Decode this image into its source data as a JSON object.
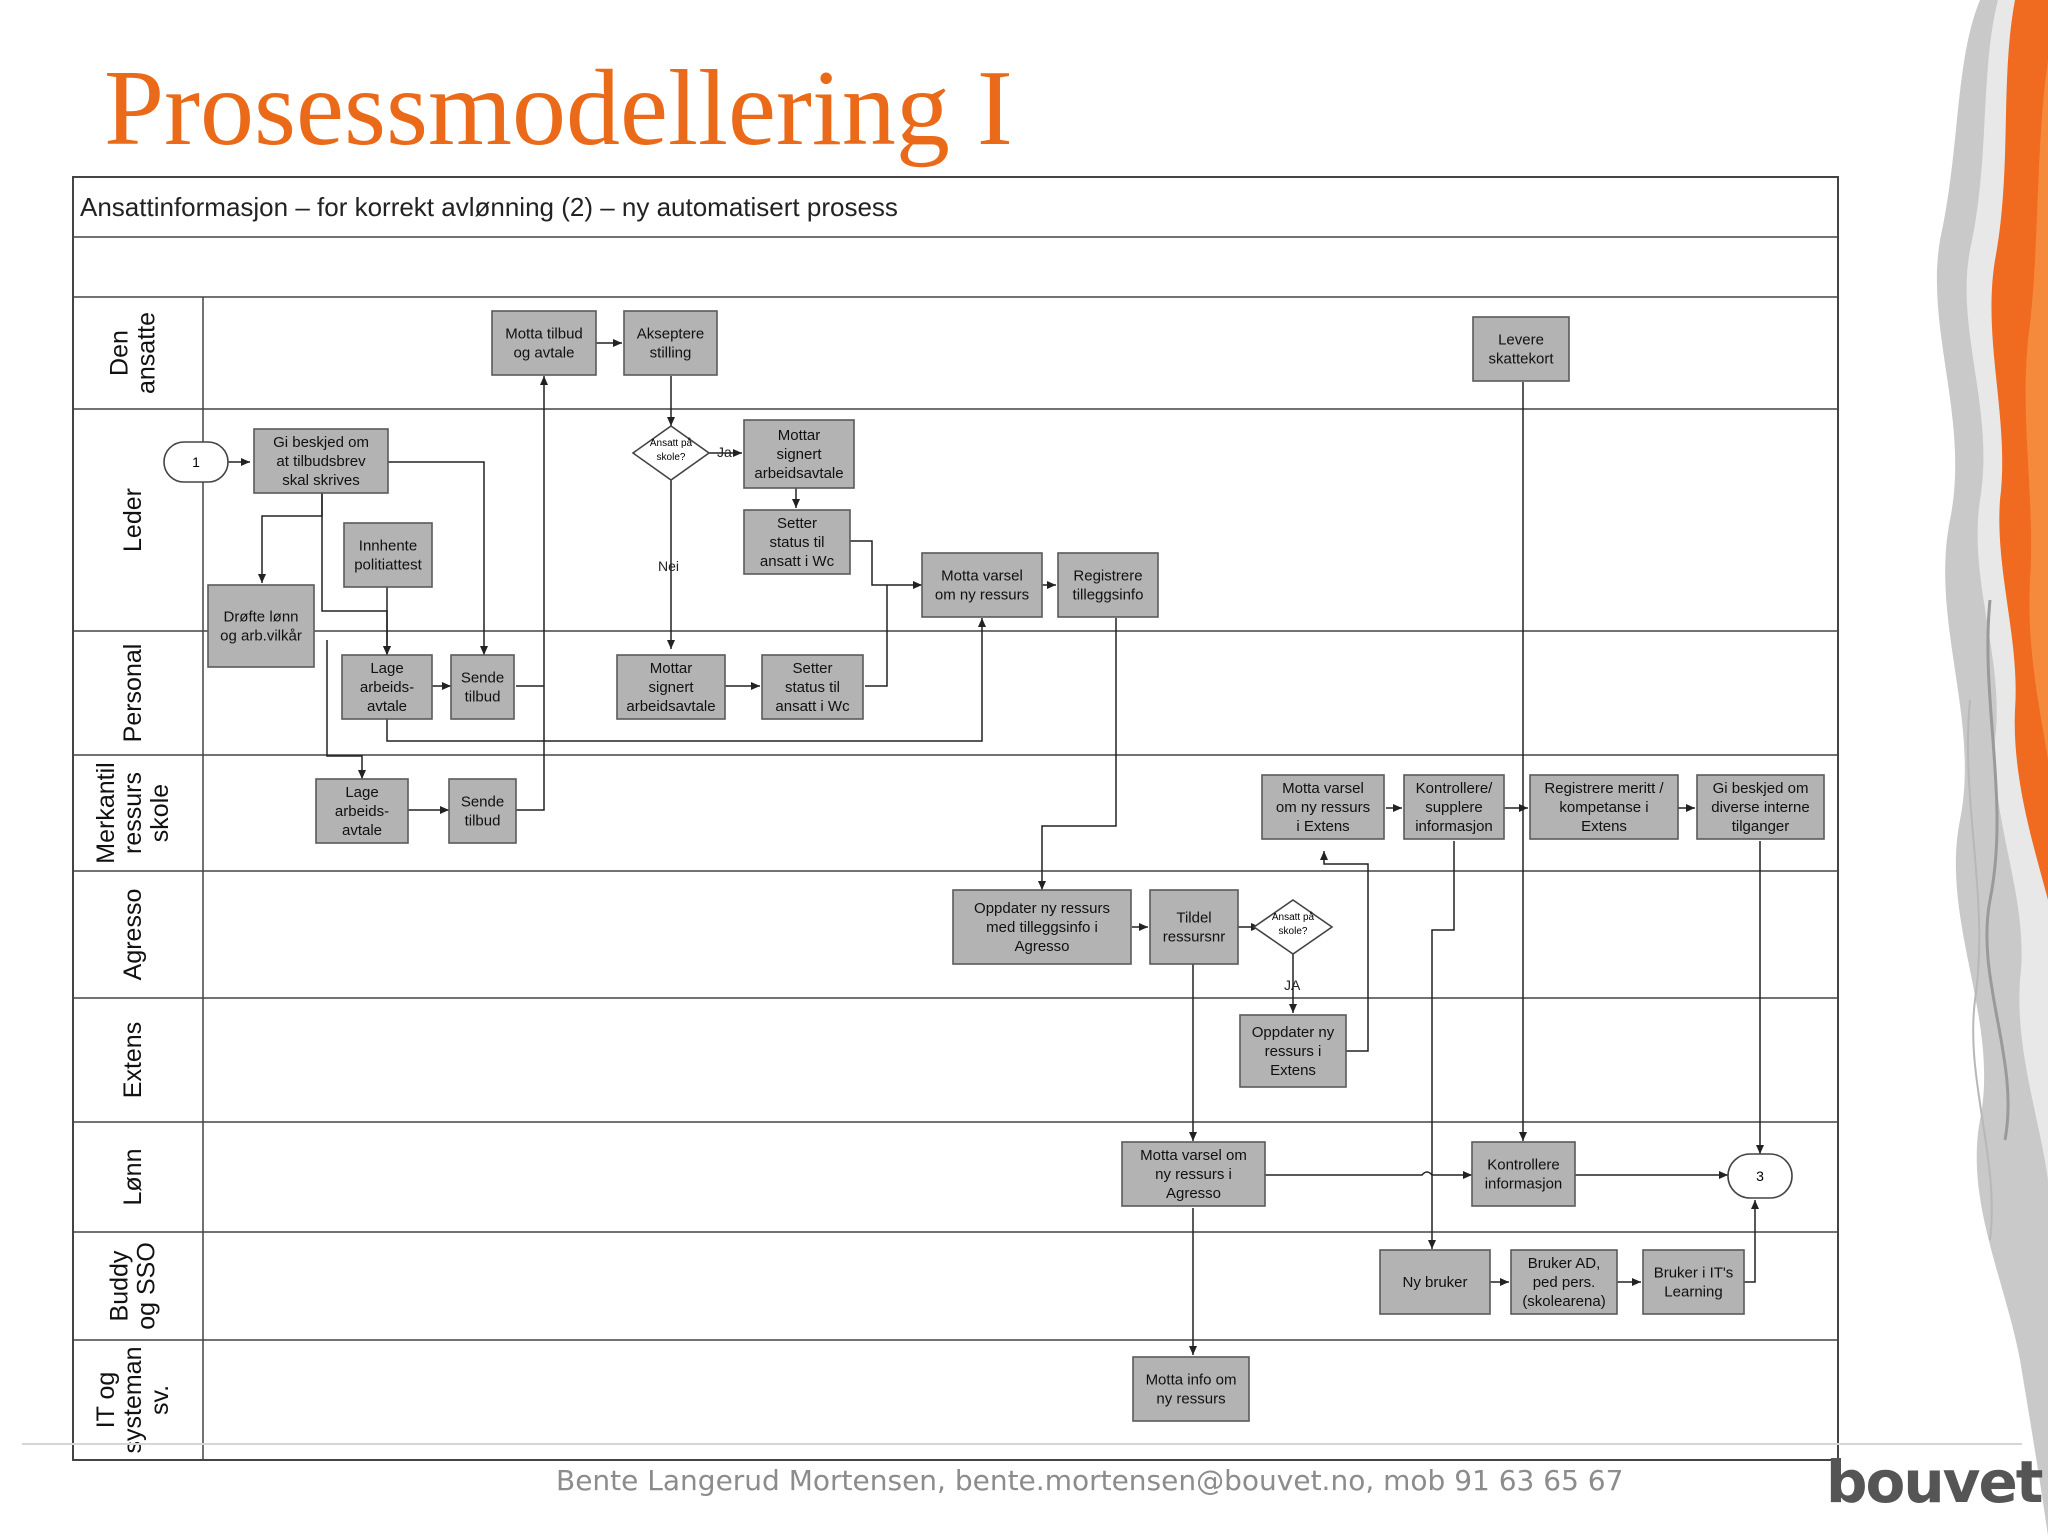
{
  "slide": {
    "title": "Prosessmodellering I",
    "footer": "Bente Langerud Mortensen, bente.mortensen@bouvet.no, mob 91 63 65 67",
    "logo": "bouvet"
  },
  "diagram": {
    "title": "Ansattinformasjon – for korrekt avlønning (2) – ny automatisert prosess",
    "lanes": [
      {
        "id": "ansatte",
        "label": [
          "Den",
          "ansatte"
        ]
      },
      {
        "id": "leder",
        "label": [
          "Leder"
        ]
      },
      {
        "id": "personal",
        "label": [
          "Personal"
        ]
      },
      {
        "id": "merkantil",
        "label": [
          "Merkantil",
          "ressurs",
          "skole"
        ]
      },
      {
        "id": "agresso",
        "label": [
          "Agresso"
        ]
      },
      {
        "id": "extens",
        "label": [
          "Extens"
        ]
      },
      {
        "id": "lonn",
        "label": [
          "Lønn"
        ]
      },
      {
        "id": "buddy",
        "label": [
          "Buddy",
          "og SSO"
        ]
      },
      {
        "id": "it",
        "label": [
          "IT og",
          "systeman",
          "sv."
        ]
      }
    ],
    "tasks": [
      {
        "id": "motta-tilbud",
        "lines": [
          "Motta tilbud",
          "og avtale"
        ]
      },
      {
        "id": "akseptere",
        "lines": [
          "Akseptere",
          "stilling"
        ]
      },
      {
        "id": "levere-skattekort",
        "lines": [
          "Levere",
          "skattekort"
        ]
      },
      {
        "id": "gi-beskjed",
        "lines": [
          "Gi beskjed om",
          "at tilbudsbrev",
          "skal skrives"
        ]
      },
      {
        "id": "innhente",
        "lines": [
          "Innhente",
          "politiattest"
        ]
      },
      {
        "id": "drofte",
        "lines": [
          "Drøfte lønn",
          "og arb.vilkår"
        ]
      },
      {
        "id": "mottar-leder",
        "lines": [
          "Mottar",
          "signert",
          "arbeidsavtale"
        ]
      },
      {
        "id": "setter-leder",
        "lines": [
          "Setter",
          "status til",
          "ansatt i Wc"
        ]
      },
      {
        "id": "motta-varsel-leder",
        "lines": [
          "Motta varsel",
          "om ny ressurs"
        ]
      },
      {
        "id": "registrere-tillegg",
        "lines": [
          "Registrere",
          "tilleggsinfo"
        ]
      },
      {
        "id": "lage-personal",
        "lines": [
          "Lage",
          "arbeids-",
          "avtale"
        ]
      },
      {
        "id": "sende-personal",
        "lines": [
          "Sende",
          "tilbud"
        ]
      },
      {
        "id": "mottar-personal",
        "lines": [
          "Mottar",
          "signert",
          "arbeidsavtale"
        ]
      },
      {
        "id": "setter-personal",
        "lines": [
          "Setter",
          "status til",
          "ansatt i Wc"
        ]
      },
      {
        "id": "lage-merkantil",
        "lines": [
          "Lage",
          "arbeids-",
          "avtale"
        ]
      },
      {
        "id": "sende-merkantil",
        "lines": [
          "Sende",
          "tilbud"
        ]
      },
      {
        "id": "motta-varsel-extens",
        "lines": [
          "Motta varsel",
          "om ny ressurs",
          "i Extens"
        ]
      },
      {
        "id": "kontrollere-supplere",
        "lines": [
          "Kontrollere/",
          "supplere",
          "informasjon"
        ]
      },
      {
        "id": "registrere-merit",
        "lines": [
          "Registrere meritt /",
          "kompetanse i",
          "Extens"
        ]
      },
      {
        "id": "gi-beskjed-tilganger",
        "lines": [
          "Gi beskjed om",
          "diverse interne",
          "tilganger"
        ]
      },
      {
        "id": "oppdater-agresso",
        "lines": [
          "Oppdater  ny ressurs",
          "med tilleggsinfo i",
          "Agresso"
        ]
      },
      {
        "id": "tildel",
        "lines": [
          "Tildel",
          "ressursnr"
        ]
      },
      {
        "id": "oppdater-extens",
        "lines": [
          "Oppdater ny",
          "ressurs i",
          "Extens"
        ]
      },
      {
        "id": "motta-varsel-lonn",
        "lines": [
          "Motta varsel om",
          "ny ressurs i",
          "Agresso"
        ]
      },
      {
        "id": "kontrollere-info",
        "lines": [
          "Kontrollere",
          "informasjon"
        ]
      },
      {
        "id": "ny-bruker",
        "lines": [
          "Ny bruker"
        ]
      },
      {
        "id": "bruker-ad",
        "lines": [
          "Bruker AD,",
          "ped pers.",
          "(skolearena)"
        ]
      },
      {
        "id": "bruker-it",
        "lines": [
          "Bruker i IT's",
          "Learning"
        ]
      },
      {
        "id": "motta-info-it",
        "lines": [
          "Motta info om",
          "ny ressurs"
        ]
      }
    ],
    "decisions": [
      {
        "id": "decision-leder",
        "lines": [
          "Ansatt på",
          "skole?"
        ]
      },
      {
        "id": "decision-agresso",
        "lines": [
          "Ansatt på",
          "skole?"
        ]
      }
    ],
    "connectors": [
      {
        "id": "start",
        "label": "1"
      },
      {
        "id": "end",
        "label": "3"
      }
    ],
    "edge_labels": {
      "ja_leder": "Ja",
      "nei": "Nei",
      "ja_agresso": "JA"
    }
  }
}
